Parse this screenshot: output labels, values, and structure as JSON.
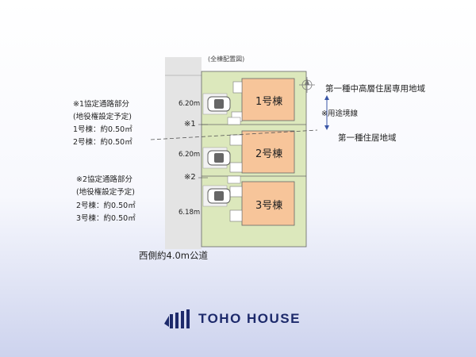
{
  "plan_title": "(全棟配置図)",
  "notes": {
    "note1": {
      "title": "※1協定通路部分",
      "subtitle": "(地役権設定予定)",
      "lines": [
        "1号棟：約0.50㎡",
        "2号棟：約0.50㎡"
      ]
    },
    "note2": {
      "title": "※2協定通路部分",
      "subtitle": "(地役権設定予定)",
      "lines": [
        "2号棟：約0.50㎡",
        "3号棟：約0.50㎡"
      ]
    }
  },
  "buildings": [
    {
      "label": "1号棟",
      "frontage": "6.20m"
    },
    {
      "label": "2号棟",
      "frontage": "6.20m"
    },
    {
      "label": "3号棟",
      "frontage": "6.18m"
    }
  ],
  "marks": {
    "mark1": "※1",
    "mark2": "※2"
  },
  "road_label": "西側約4.0m公道",
  "zones": {
    "upper": "第一種中高層住居専用地域",
    "boundary": "※用途境線",
    "lower": "第一種住居地域"
  },
  "brand": {
    "name": "TOHO HOUSE"
  },
  "colors": {
    "lot_green": "#d9e6b8",
    "house_orange": "#f7c59a",
    "road_gray": "#e3e3e3",
    "brand_navy": "#1d2a6b"
  }
}
